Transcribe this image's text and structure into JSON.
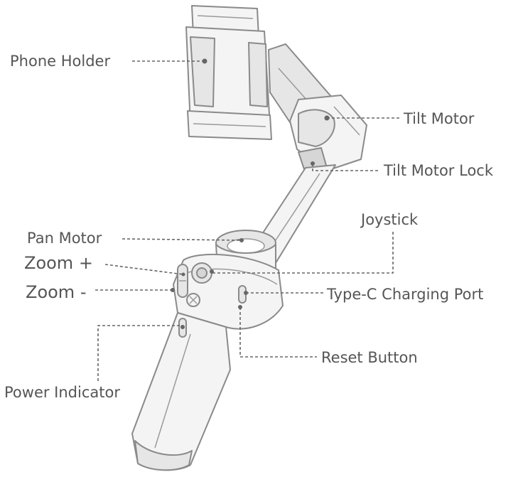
{
  "labels": {
    "phone_holder": "Phone Holder",
    "tilt_motor": "Tilt Motor",
    "tilt_motor_lock": "Tilt Motor Lock",
    "joystick": "Joystick",
    "pan_motor": "Pan Motor",
    "zoom_plus": "Zoom +",
    "zoom_minus": "Zoom -",
    "type_c_port": "Type-C Charging Port",
    "reset_button": "Reset Button",
    "power_indicator": "Power Indicator"
  }
}
